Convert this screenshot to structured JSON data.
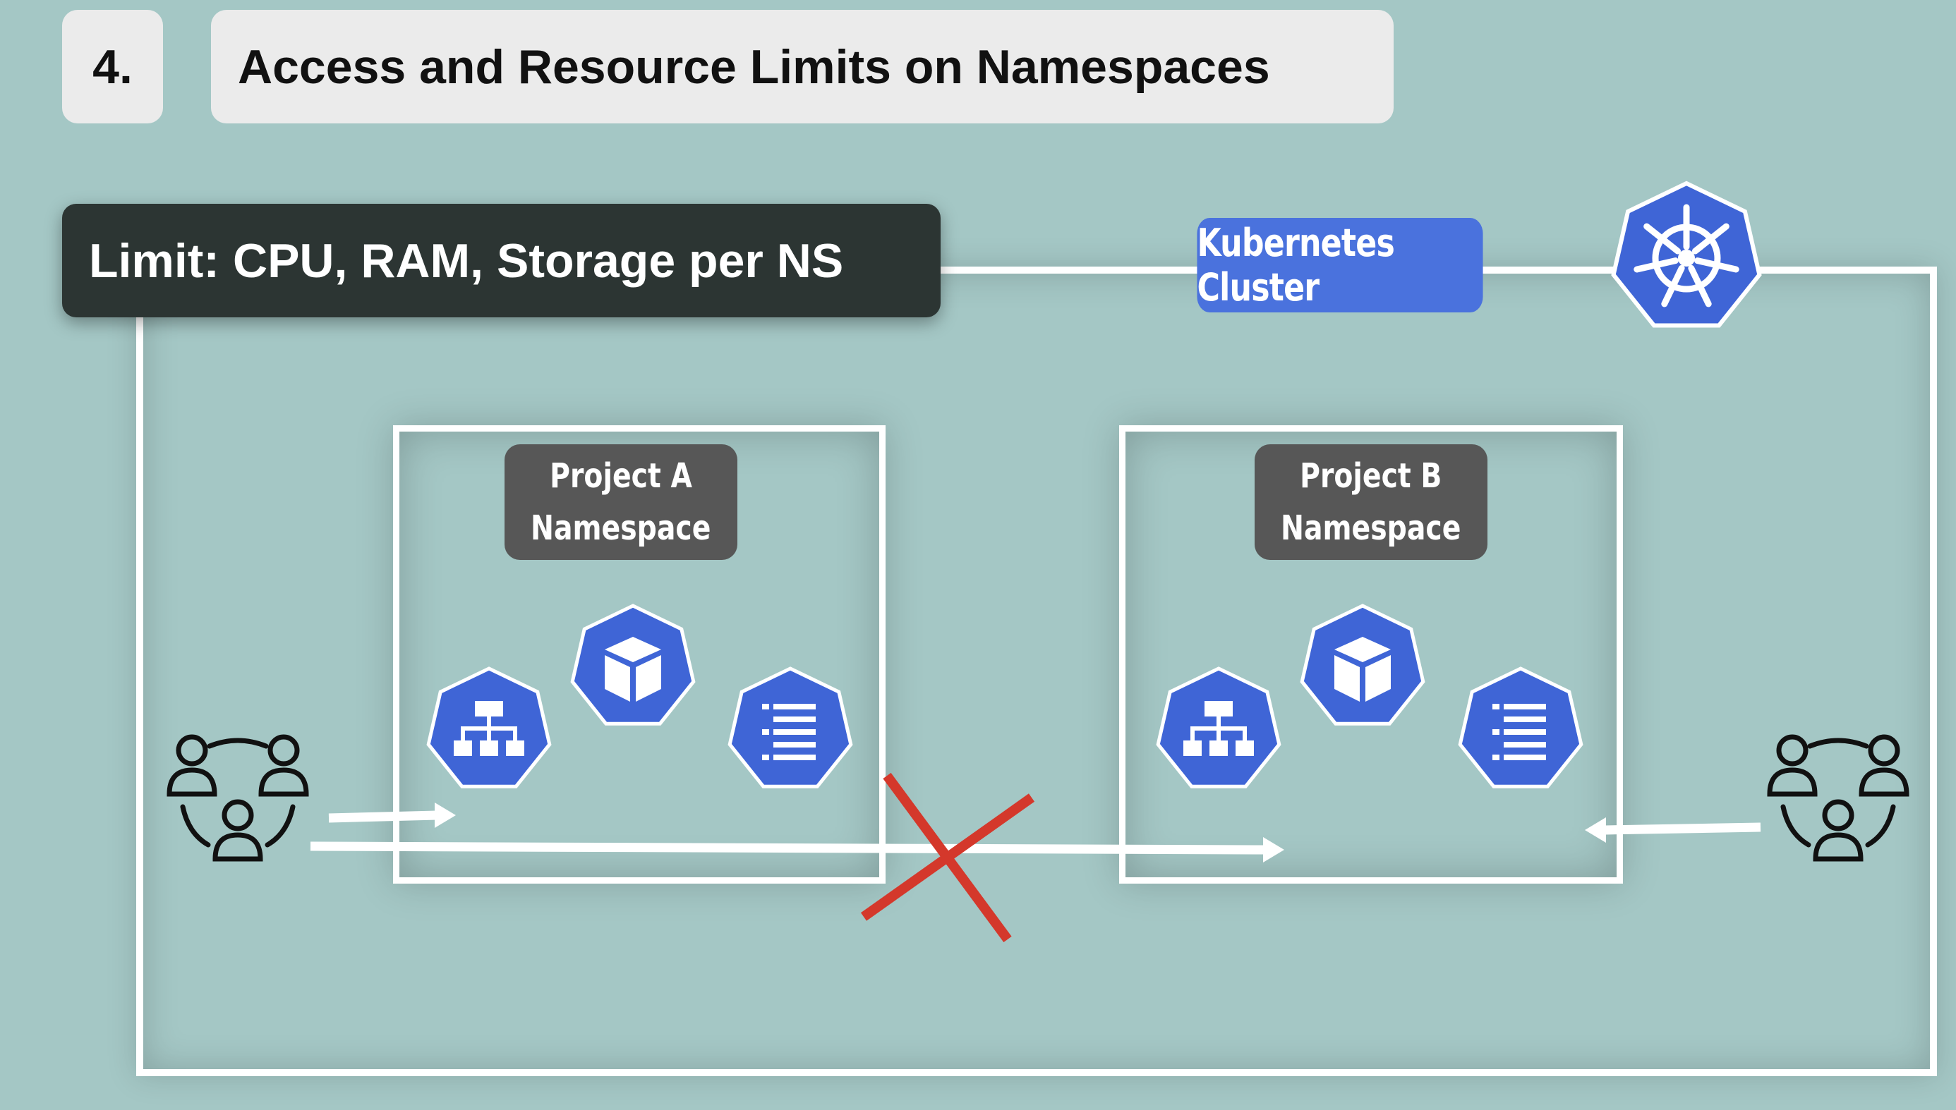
{
  "header": {
    "number": "4.",
    "title": "Access and Resource Limits on Namespaces"
  },
  "limit_label": "Limit: CPU, RAM, Storage per NS",
  "cluster": {
    "label": "Kubernetes Cluster",
    "logo_icon": "kubernetes-helm-icon"
  },
  "namespaces": [
    {
      "line1": "Project A",
      "line2": "Namespace",
      "icons": [
        "service-network-icon",
        "pod-cube-icon",
        "config-list-icon"
      ]
    },
    {
      "line1": "Project B",
      "line2": "Namespace",
      "icons": [
        "service-network-icon",
        "pod-cube-icon",
        "config-list-icon"
      ]
    }
  ],
  "user_groups": [
    "user-group-icon",
    "user-group-icon"
  ],
  "colors": {
    "background": "#a4c7c5",
    "k8s_blue": "#3f65d6",
    "namespace_label": "#575757",
    "limit_label": "#2c3533",
    "cross": "#d4382b"
  }
}
